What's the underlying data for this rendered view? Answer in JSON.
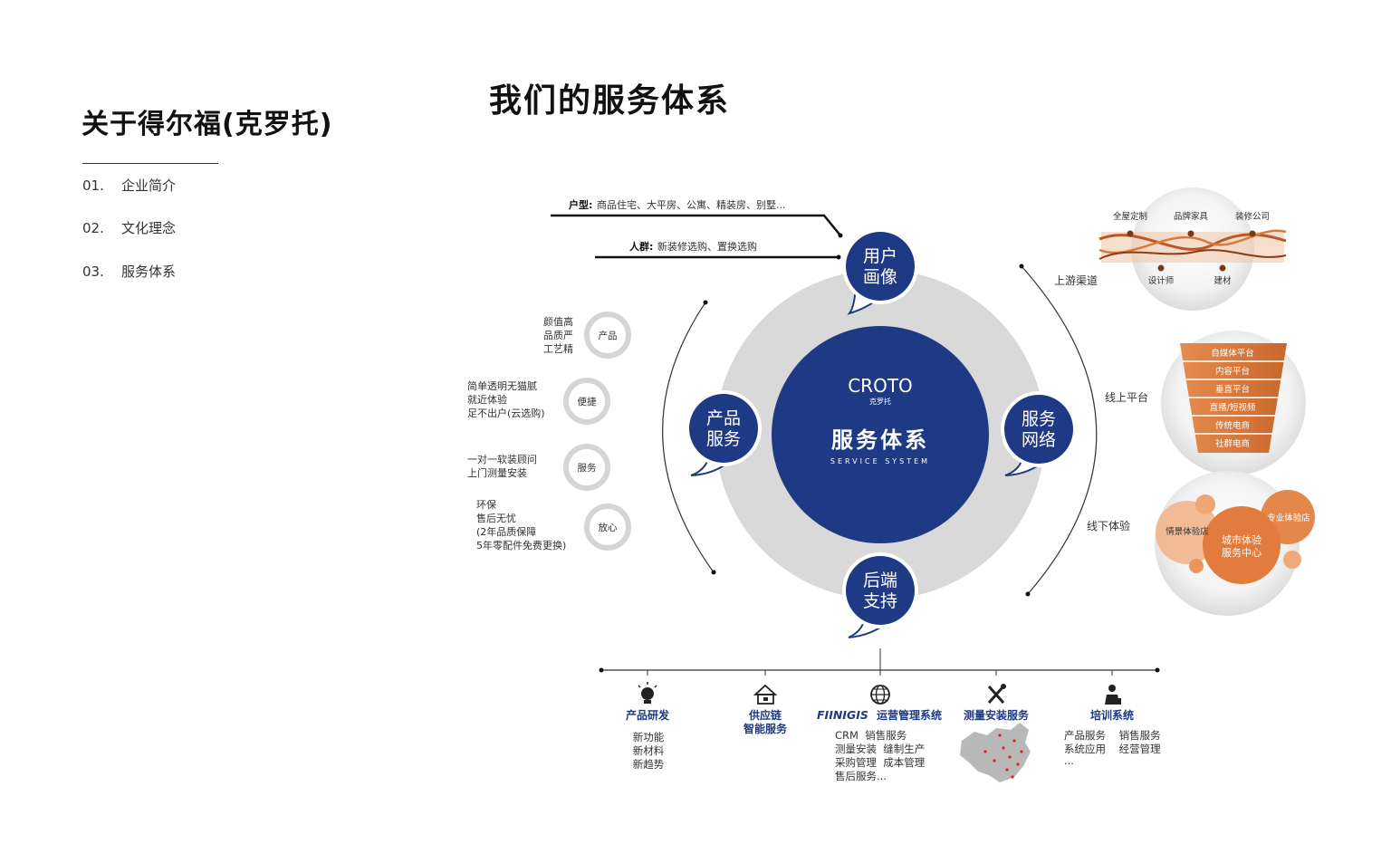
{
  "sidebar": {
    "title": "关于得尔福(克罗托)",
    "items": [
      {
        "num": "01.",
        "label": "企业简介"
      },
      {
        "num": "02.",
        "label": "文化理念"
      },
      {
        "num": "03.",
        "label": "服务体系"
      }
    ]
  },
  "main": {
    "title": "我们的服务体系"
  },
  "diagram": {
    "colors": {
      "navy": "#1f3a84",
      "ring": "#d9d9d9",
      "accent": "#d77a3c"
    },
    "center": {
      "brand": "CROTO",
      "brand_cn": "克罗托",
      "title": "服务体系",
      "subtitle": "SERVICE SYSTEM"
    },
    "bubbles": {
      "user": [
        "用户",
        "画像"
      ],
      "product": [
        "产品",
        "服务"
      ],
      "network": [
        "服务",
        "网络"
      ],
      "backend": [
        "后端",
        "支持"
      ]
    },
    "top_lines": {
      "house_label": "户型:",
      "house_text": "商品住宅、大平房、公寓、精装房、别墅...",
      "people_label": "人群:",
      "people_text": "新装修选购、置换选购"
    },
    "left_items": [
      {
        "lines": [
          "颜值高",
          "品质严",
          "工艺精"
        ],
        "badge": "产品"
      },
      {
        "lines": [
          "简单透明无猫腻",
          "就近体验",
          "足不出户(云选购)"
        ],
        "badge": "便捷"
      },
      {
        "lines": [
          "一对一软装顾问",
          "上门测量安装"
        ],
        "badge": "服务"
      },
      {
        "lines": [
          "环保",
          "售后无忧",
          "(2年品质保障",
          "5年零配件免费更换)"
        ],
        "badge": "放心"
      }
    ],
    "right_channels": [
      "上游渠道",
      "线上平台",
      "线下体验"
    ],
    "upstream": {
      "top": [
        "全屋定制",
        "品牌家具",
        "装修公司"
      ],
      "bottom": [
        "设计师",
        "建材"
      ]
    },
    "online": [
      "自媒体平台",
      "内容平台",
      "垂直平台",
      "直播/短视频",
      "传统电商",
      "社群电商"
    ],
    "offline": {
      "left": "情景体验店",
      "center": [
        "城市体验",
        "服务中心"
      ],
      "right": "专业体验店"
    },
    "backend_items": [
      {
        "icon": "lightbulb-icon",
        "title": [
          "产品研发"
        ],
        "lines": [
          "新功能",
          "新材料",
          "新趋势"
        ]
      },
      {
        "icon": "supply-chain-icon",
        "title": [
          "供应链",
          "智能服务"
        ],
        "lines": []
      },
      {
        "icon": "globe-icon",
        "brand": "FIINIGIS",
        "title": [
          "运营管理系统"
        ],
        "lines": [
          "CRM  销售服务",
          "测量安装  缝制生产",
          "采购管理  成本管理",
          "售后服务..."
        ]
      },
      {
        "icon": "tools-icon",
        "title": [
          "测量安装服务"
        ],
        "lines": []
      },
      {
        "icon": "trainer-icon",
        "title": [
          "培训系统"
        ],
        "lines": [
          "产品服务    销售服务",
          "系统应用    经营管理",
          "..."
        ]
      }
    ]
  }
}
